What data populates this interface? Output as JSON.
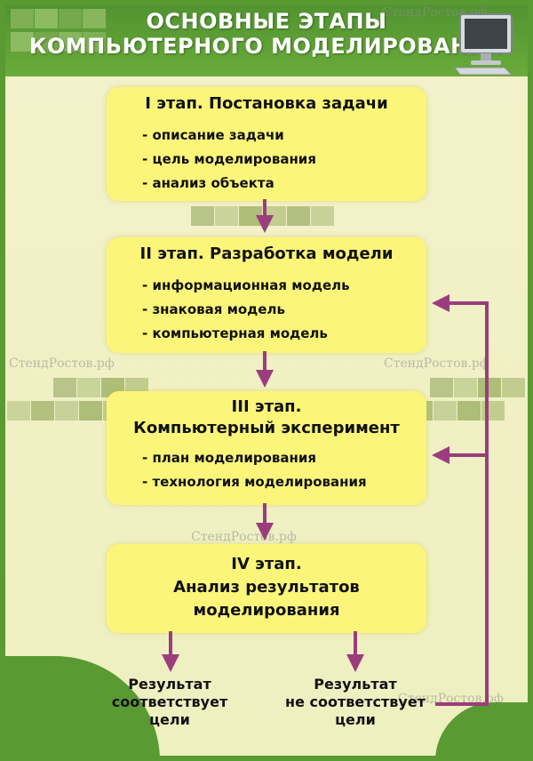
{
  "header": {
    "title_line1": "ОСНОВНЫЕ ЭТАПЫ",
    "title_line2": "КОМПЬЮТЕРНОГО МОДЕЛИРОВАНИЯ"
  },
  "stages": [
    {
      "title": "I этап. Постановка задачи",
      "items": [
        "- описание задачи",
        "- цель моделирования",
        "- анализ объекта"
      ]
    },
    {
      "title": "II этап. Разработка модели",
      "items": [
        "- информационная модель",
        "- знаковая модель",
        "- компьютерная модель"
      ]
    },
    {
      "title_line1": "III этап.",
      "title_line2": "Компьютерный эксперимент",
      "items": [
        "- план моделирования",
        "- технология моделирования"
      ]
    },
    {
      "title_line1": "IV этап.",
      "title_line2": "Анализ результатов",
      "title_line3": "моделирования"
    }
  ],
  "results": {
    "left": [
      "Результат",
      "соответствует",
      "цели"
    ],
    "right": [
      "Результат",
      "не соответствует",
      "цели"
    ]
  },
  "watermark": "СтендРостов.рф",
  "colors": {
    "green": "#5a9a33",
    "stage_fill": "#fbf67a",
    "arrow": "#9b3d7c",
    "background": "#f3f1c9"
  },
  "icons": [
    "computer-monitor-icon"
  ]
}
